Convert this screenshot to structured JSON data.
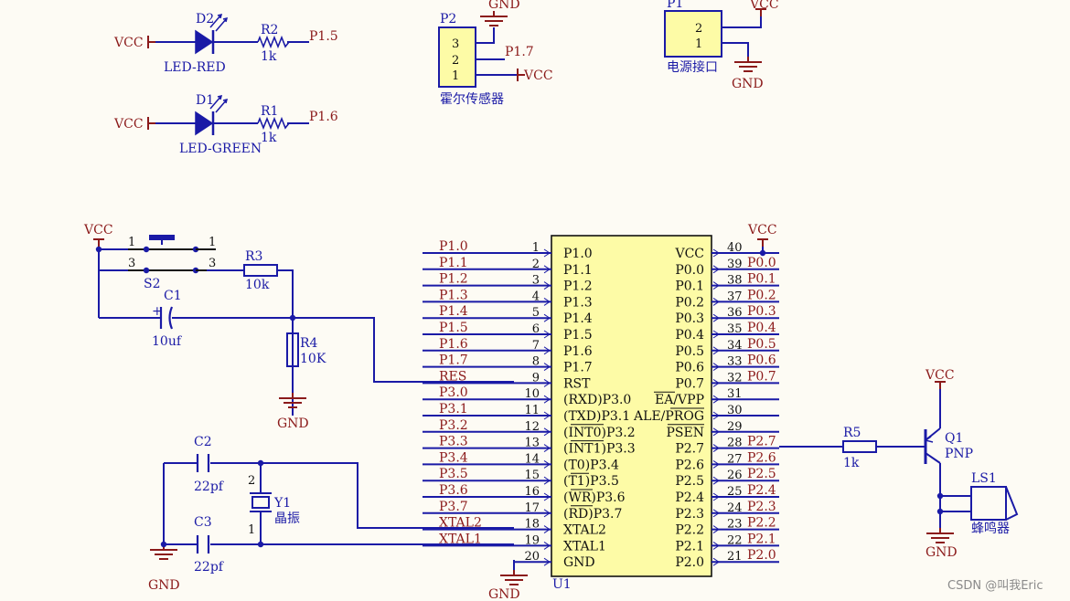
{
  "colors": {
    "wire": "#1a1aa6",
    "power": "#8b1a1a",
    "chip_fill": "#fdfba6",
    "header_fill": "#fdfba6",
    "text": "#111111"
  },
  "labels": {
    "vcc": "VCC",
    "gnd": "GND",
    "d2": "D2",
    "led_red": "LED-RED",
    "r2": "R2",
    "r2_val": "1k",
    "p15": "P1.5",
    "d1": "D1",
    "led_green": "LED-GREEN",
    "r1": "R1",
    "r1_val": "1k",
    "p16": "P1.6",
    "p2": "P2",
    "p2_pins": [
      "3",
      "2",
      "1"
    ],
    "p17": "P1.7",
    "hall": "霍尔传感器",
    "p1": "P1",
    "p1_pins": [
      "2",
      "1"
    ],
    "power_if": "电源接口",
    "s2": "S2",
    "s2_pin1": "1",
    "s2_pin3": "3",
    "r3": "R3",
    "r3_val": "10k",
    "c1": "C1",
    "c1_plus": "+",
    "c1_val": "10uf",
    "r4": "R4",
    "r4_val": "10K",
    "c2": "C2",
    "c2_val": "22pf",
    "c3": "C3",
    "c3_val": "22pf",
    "y1": "Y1",
    "y1_name": "晶振",
    "y1_pin2": "2",
    "y1_pin1": "1",
    "r5": "R5",
    "r5_val": "1k",
    "q1": "Q1",
    "q1_type": "PNP",
    "ls1": "LS1",
    "ls1_name": "蜂鸣器",
    "u1": "U1"
  },
  "mcu": {
    "left_pins": [
      {
        "num": "1",
        "name": "P1.0",
        "net": "P1.0"
      },
      {
        "num": "2",
        "name": "P1.1",
        "net": "P1.1"
      },
      {
        "num": "3",
        "name": "P1.2",
        "net": "P1.2"
      },
      {
        "num": "4",
        "name": "P1.3",
        "net": "P1.3"
      },
      {
        "num": "5",
        "name": "P1.4",
        "net": "P1.4"
      },
      {
        "num": "6",
        "name": "P1.5",
        "net": "P1.5"
      },
      {
        "num": "7",
        "name": "P1.6",
        "net": "P1.6"
      },
      {
        "num": "8",
        "name": "P1.7",
        "net": "P1.7"
      },
      {
        "num": "9",
        "name": "RST",
        "net": "RES"
      },
      {
        "num": "10",
        "name": "(RXD)P3.0",
        "net": "P3.0"
      },
      {
        "num": "11",
        "name": "(TXD)P3.1",
        "net": "P3.1"
      },
      {
        "num": "12",
        "name": "(INT0)P3.2",
        "net": "P3.2"
      },
      {
        "num": "13",
        "name": "(INT1)P3.3",
        "net": "P3.3"
      },
      {
        "num": "14",
        "name": "(T0)P3.4",
        "net": "P3.4"
      },
      {
        "num": "15",
        "name": "(T1)P3.5",
        "net": "P3.5"
      },
      {
        "num": "16",
        "name": "(WR)P3.6",
        "net": "P3.6"
      },
      {
        "num": "17",
        "name": "(RD)P3.7",
        "net": "P3.7"
      },
      {
        "num": "18",
        "name": "XTAL2",
        "net": "XTAL2"
      },
      {
        "num": "19",
        "name": "XTAL1",
        "net": "XTAL1"
      },
      {
        "num": "20",
        "name": "GND",
        "net": ""
      }
    ],
    "right_pins": [
      {
        "num": "40",
        "name": "VCC",
        "net": ""
      },
      {
        "num": "39",
        "name": "P0.0",
        "net": "P0.0"
      },
      {
        "num": "38",
        "name": "P0.1",
        "net": "P0.1"
      },
      {
        "num": "37",
        "name": "P0.2",
        "net": "P0.2"
      },
      {
        "num": "36",
        "name": "P0.3",
        "net": "P0.3"
      },
      {
        "num": "35",
        "name": "P0.4",
        "net": "P0.4"
      },
      {
        "num": "34",
        "name": "P0.5",
        "net": "P0.5"
      },
      {
        "num": "33",
        "name": "P0.6",
        "net": "P0.6"
      },
      {
        "num": "32",
        "name": "P0.7",
        "net": "P0.7"
      },
      {
        "num": "31",
        "name": "EA/VPP",
        "net": ""
      },
      {
        "num": "30",
        "name": "ALE/PROG",
        "net": ""
      },
      {
        "num": "29",
        "name": "PSEN",
        "net": ""
      },
      {
        "num": "28",
        "name": "P2.7",
        "net": "P2.7"
      },
      {
        "num": "27",
        "name": "P2.6",
        "net": "P2.6"
      },
      {
        "num": "26",
        "name": "P2.5",
        "net": "P2.5"
      },
      {
        "num": "25",
        "name": "P2.4",
        "net": "P2.4"
      },
      {
        "num": "24",
        "name": "P2.3",
        "net": "P2.3"
      },
      {
        "num": "23",
        "name": "P2.2",
        "net": "P2.2"
      },
      {
        "num": "22",
        "name": "P2.1",
        "net": "P2.1"
      },
      {
        "num": "21",
        "name": "P2.0",
        "net": "P2.0"
      }
    ]
  },
  "watermark": "CSDN @叫我Eric"
}
